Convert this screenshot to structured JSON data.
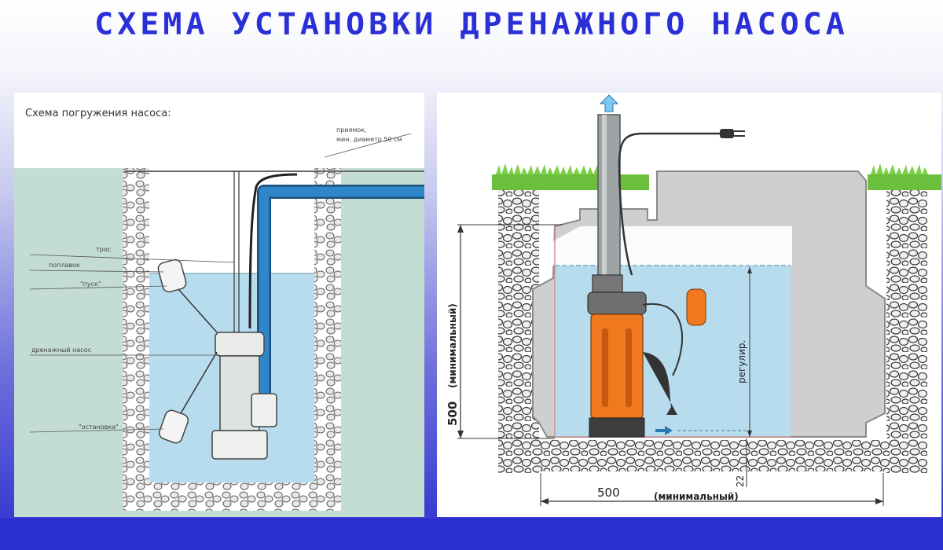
{
  "title": "СХЕМА УСТАНОВКИ ДРЕНАЖНОГО НАСОСА",
  "left": {
    "heading": "Схема погружения насоса:",
    "note_line1": "приямок,",
    "note_line2": "мин. диаметр 50 см",
    "label_rope": "трос",
    "label_float": "поплавок",
    "label_start": "\"пуск\"",
    "label_drain": "дренажный насос",
    "label_stop": "\"остановка\""
  },
  "right": {
    "dim_vertical_value": "500",
    "dim_vertical_note": "(минимальный)",
    "dim_adjust": "регулир.",
    "dim_horizontal_value": "500",
    "dim_horizontal_note": "(минимальный)",
    "dim_gap": "22"
  },
  "colors": {
    "title": "#2b2fd6",
    "water": "#b7dcee",
    "ground_left": "#c3ddd3",
    "pipe_blue": "#2f86c9",
    "pump_orange": "#f0781e",
    "grass": "#6cbf3c",
    "tank": "#cfcfcf"
  }
}
